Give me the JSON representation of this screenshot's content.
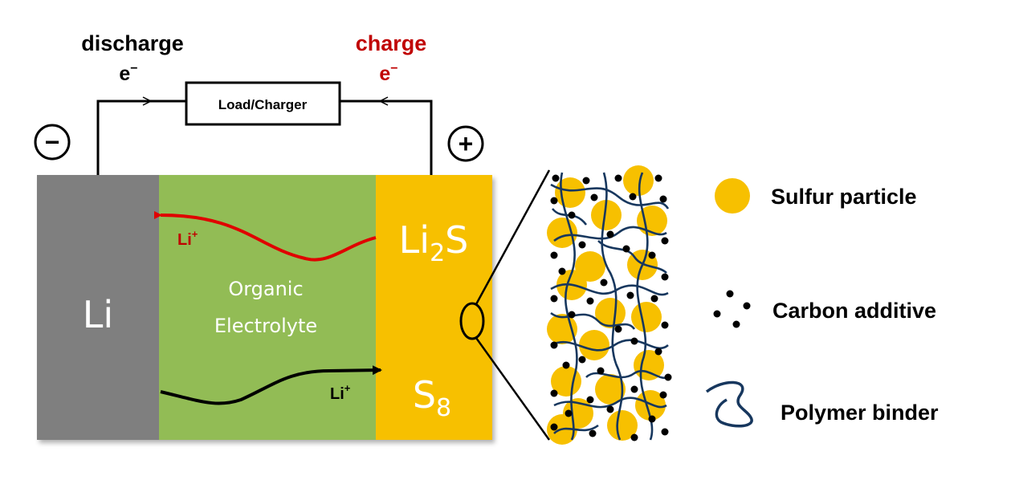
{
  "labels": {
    "discharge": "discharge",
    "charge": "charge",
    "electron": "e",
    "electron_charge": "−",
    "load": "Load/Charger",
    "minus": "−",
    "plus": "+",
    "anode": "Li",
    "electrolyte_line1": "Organic",
    "electrolyte_line2": "Electrolyte",
    "li_ion": "Li",
    "ion_charge": "+",
    "li2s_base": "Li",
    "li2s_sub": "2",
    "li2s_tail": "S",
    "s8_base": "S",
    "s8_sub": "8"
  },
  "legend": {
    "sulfur": "Sulfur particle",
    "carbon": "Carbon additive",
    "binder": "Polymer binder"
  },
  "colors": {
    "anode": "#7f7f7f",
    "electrolyte": "#92bc55",
    "cathode": "#f7c000",
    "sulfur": "#f7c000",
    "binder": "#17375e",
    "charge_red": "#c00000",
    "wire": "#000000"
  }
}
